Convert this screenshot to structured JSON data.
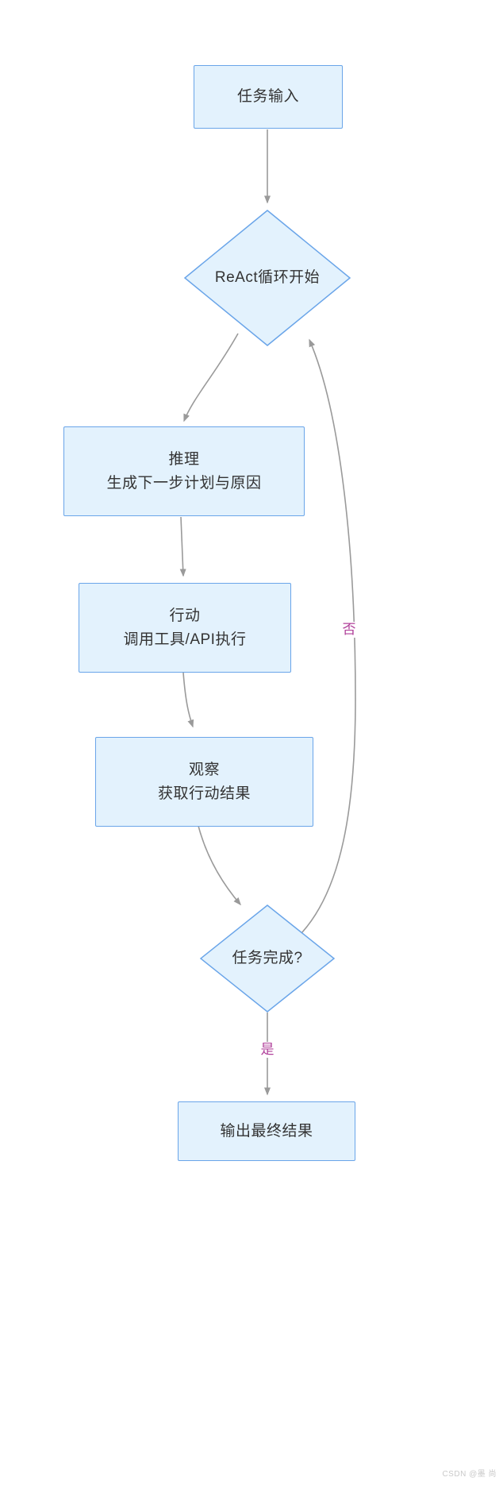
{
  "diagram": {
    "type": "flowchart",
    "direction": "top-to-bottom",
    "theme": {
      "node_fill": "#e3f2fd",
      "node_stroke": "#6aa5e9",
      "edge_stroke": "#9a9a9a",
      "node_text": "#333333",
      "edge_label_text": "#b0409a",
      "background": "#ffffff"
    },
    "nodes": [
      {
        "id": "task-input",
        "shape": "rect",
        "lines": [
          "任务输入"
        ]
      },
      {
        "id": "react-loop-start",
        "shape": "diamond",
        "lines": [
          "ReAct循环开始"
        ]
      },
      {
        "id": "reasoning",
        "shape": "rect",
        "lines": [
          "推理",
          "生成下一步计划与原因"
        ]
      },
      {
        "id": "action",
        "shape": "rect",
        "lines": [
          "行动",
          "调用工具/API执行"
        ]
      },
      {
        "id": "observation",
        "shape": "rect",
        "lines": [
          "观察",
          "获取行动结果"
        ]
      },
      {
        "id": "task-complete",
        "shape": "diamond",
        "lines": [
          "任务完成?"
        ]
      },
      {
        "id": "final-output",
        "shape": "rect",
        "lines": [
          "输出最终结果"
        ]
      }
    ],
    "edges": [
      {
        "id": "e1",
        "from": "task-input",
        "to": "react-loop-start",
        "label": ""
      },
      {
        "id": "e2",
        "from": "react-loop-start",
        "to": "reasoning",
        "label": ""
      },
      {
        "id": "e3",
        "from": "reasoning",
        "to": "action",
        "label": ""
      },
      {
        "id": "e4",
        "from": "action",
        "to": "observation",
        "label": ""
      },
      {
        "id": "e5",
        "from": "observation",
        "to": "task-complete",
        "label": ""
      },
      {
        "id": "e6",
        "from": "task-complete",
        "to": "react-loop-start",
        "label": "否"
      },
      {
        "id": "e7",
        "from": "task-complete",
        "to": "final-output",
        "label": "是"
      }
    ]
  },
  "watermark": {
    "text": "CSDN @墨  尚"
  }
}
